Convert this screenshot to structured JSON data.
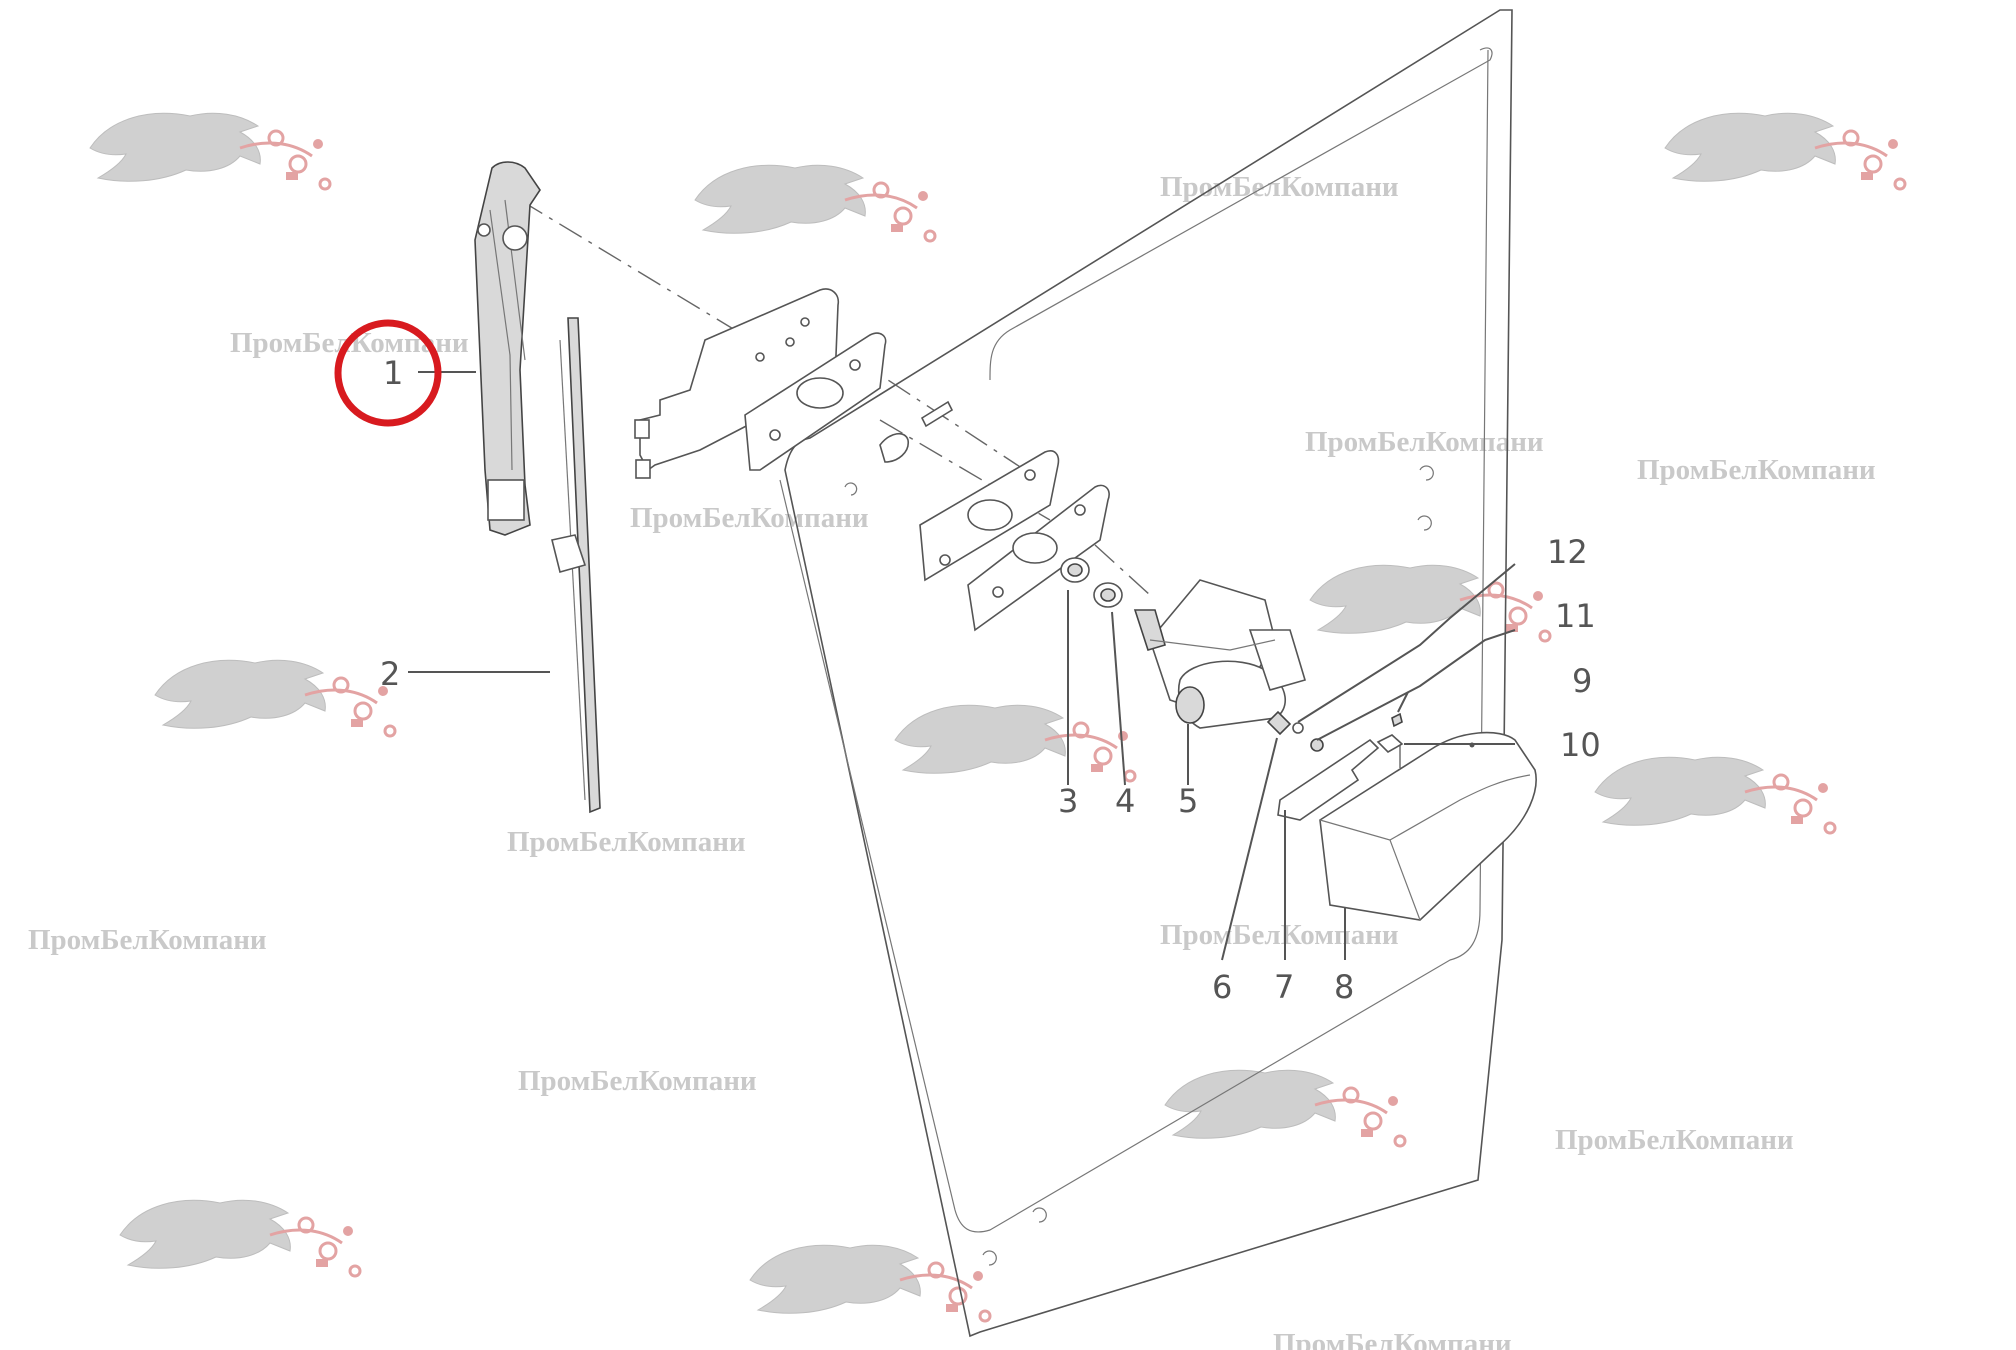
{
  "watermark": {
    "text": "ПромБелКомпани"
  },
  "callouts": {
    "c1": "1",
    "c2": "2",
    "c3": "3",
    "c4": "4",
    "c5": "5",
    "c6": "6",
    "c7": "7",
    "c8": "8",
    "c9": "9",
    "c10": "10",
    "c11": "11",
    "c12": "12"
  },
  "highlight": {
    "target_callout": "1",
    "color": "#d81a1f"
  },
  "colors": {
    "line": "#555555",
    "watermark": "#c9c9c9",
    "logo_accent": "#e3a3a3"
  },
  "icons": [
    "panther-logo-icon"
  ]
}
